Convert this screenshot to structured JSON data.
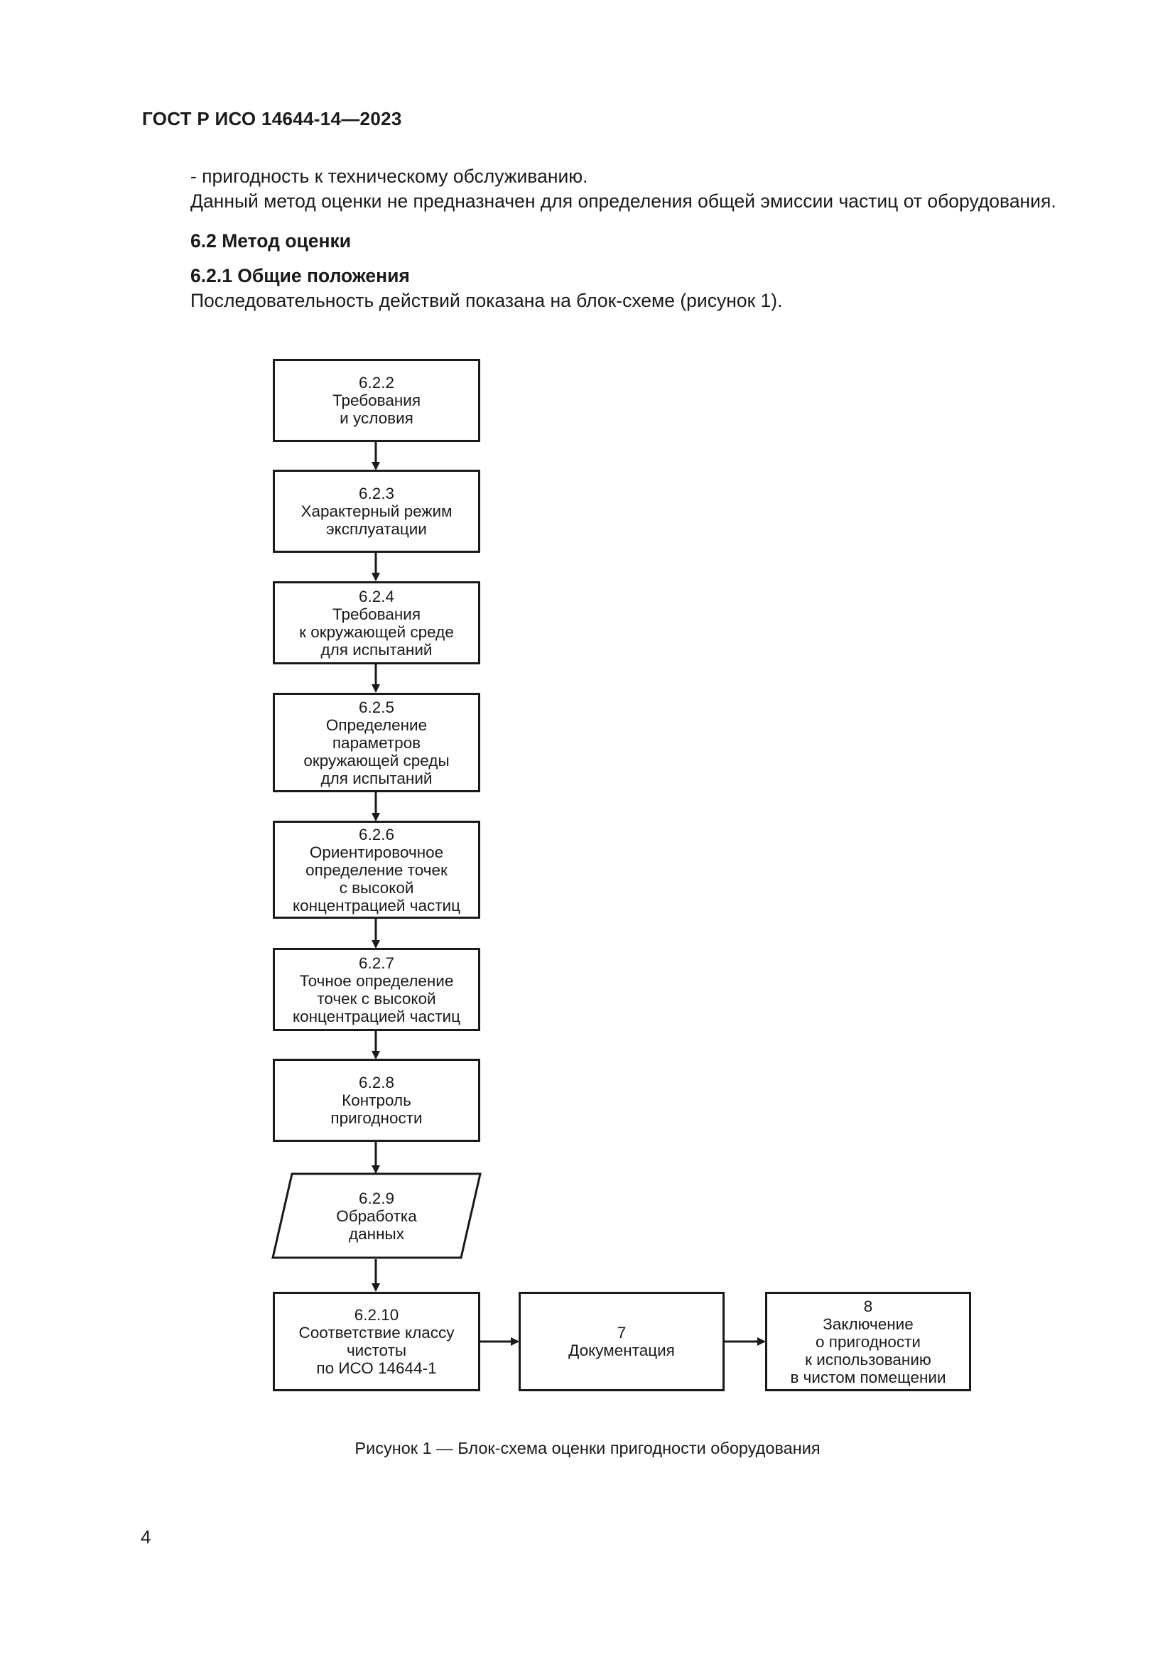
{
  "header": "ГОСТ Р ИСО 14644-14—2023",
  "paragraphs": {
    "bullet": "-  пригодность к техническому обслуживанию.",
    "note": "Данный метод оценки не предназначен для определения общей эмиссии частиц от оборудования.",
    "section": "6.2  Метод оценки",
    "subsection": "6.2.1  Общие положения",
    "intro": "Последовательность действий показана на блок-схеме (рисунок 1)."
  },
  "flowchart": {
    "b1": [
      "6.2.2",
      "Требования",
      "и условия"
    ],
    "b2": [
      "6.2.3",
      "Характерный режим",
      "эксплуатации"
    ],
    "b3": [
      "6.2.4",
      "Требования",
      "к окружающей среде",
      "для испытаний"
    ],
    "b4": [
      "6.2.5",
      "Определение",
      "параметров",
      "окружающей среды",
      "для испытаний"
    ],
    "b5": [
      "6.2.6",
      "Ориентировочное",
      "определение точек",
      "с высокой",
      "концентрацией частиц"
    ],
    "b6": [
      "6.2.7",
      "Точное определение",
      "точек с высокой",
      "концентрацией частиц"
    ],
    "b7": [
      "6.2.8",
      "Контроль",
      "пригодности"
    ],
    "b8": [
      "6.2.9",
      "Обработка",
      "данных"
    ],
    "b9": [
      "6.2.10",
      "Соответствие классу",
      "чистоты",
      "по ИСО 14644-1"
    ],
    "b10": [
      "7",
      "Документация"
    ],
    "b11": [
      "8",
      "Заключение",
      "о пригодности",
      "к использованию",
      "в чистом помещении"
    ]
  },
  "caption": "Рисунок 1 — Блок-схема оценки пригодности оборудования",
  "page_number": "4"
}
